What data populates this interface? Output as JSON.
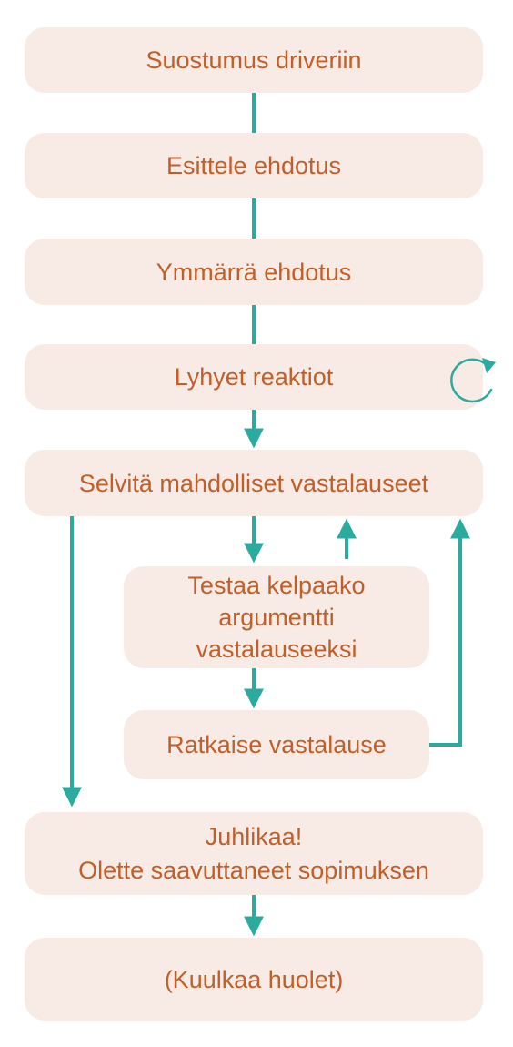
{
  "steps": {
    "consent": "Suostumus driveriin",
    "present": "Esittele ehdotus",
    "understand": "Ymmärrä ehdotus",
    "reactions": "Lyhyet reaktiot",
    "objections": "Selvitä mahdolliset vastalauseet",
    "test_line1": "Testaa kelpaako",
    "test_line2": "argumentti",
    "test_line3": "vastalauseeksi",
    "resolve": "Ratkaise vastalause",
    "celebrate_line1": "Juhlikaa!",
    "celebrate_line2": "Olette saavuttaneet sopimuksen",
    "concerns": "(Kuulkaa huolet)"
  },
  "icons": {
    "reactions_repeat": "refresh-icon"
  },
  "colors": {
    "box_fill": "#f8ebe5",
    "text": "#c05f2a",
    "connector": "#2bab9e"
  }
}
